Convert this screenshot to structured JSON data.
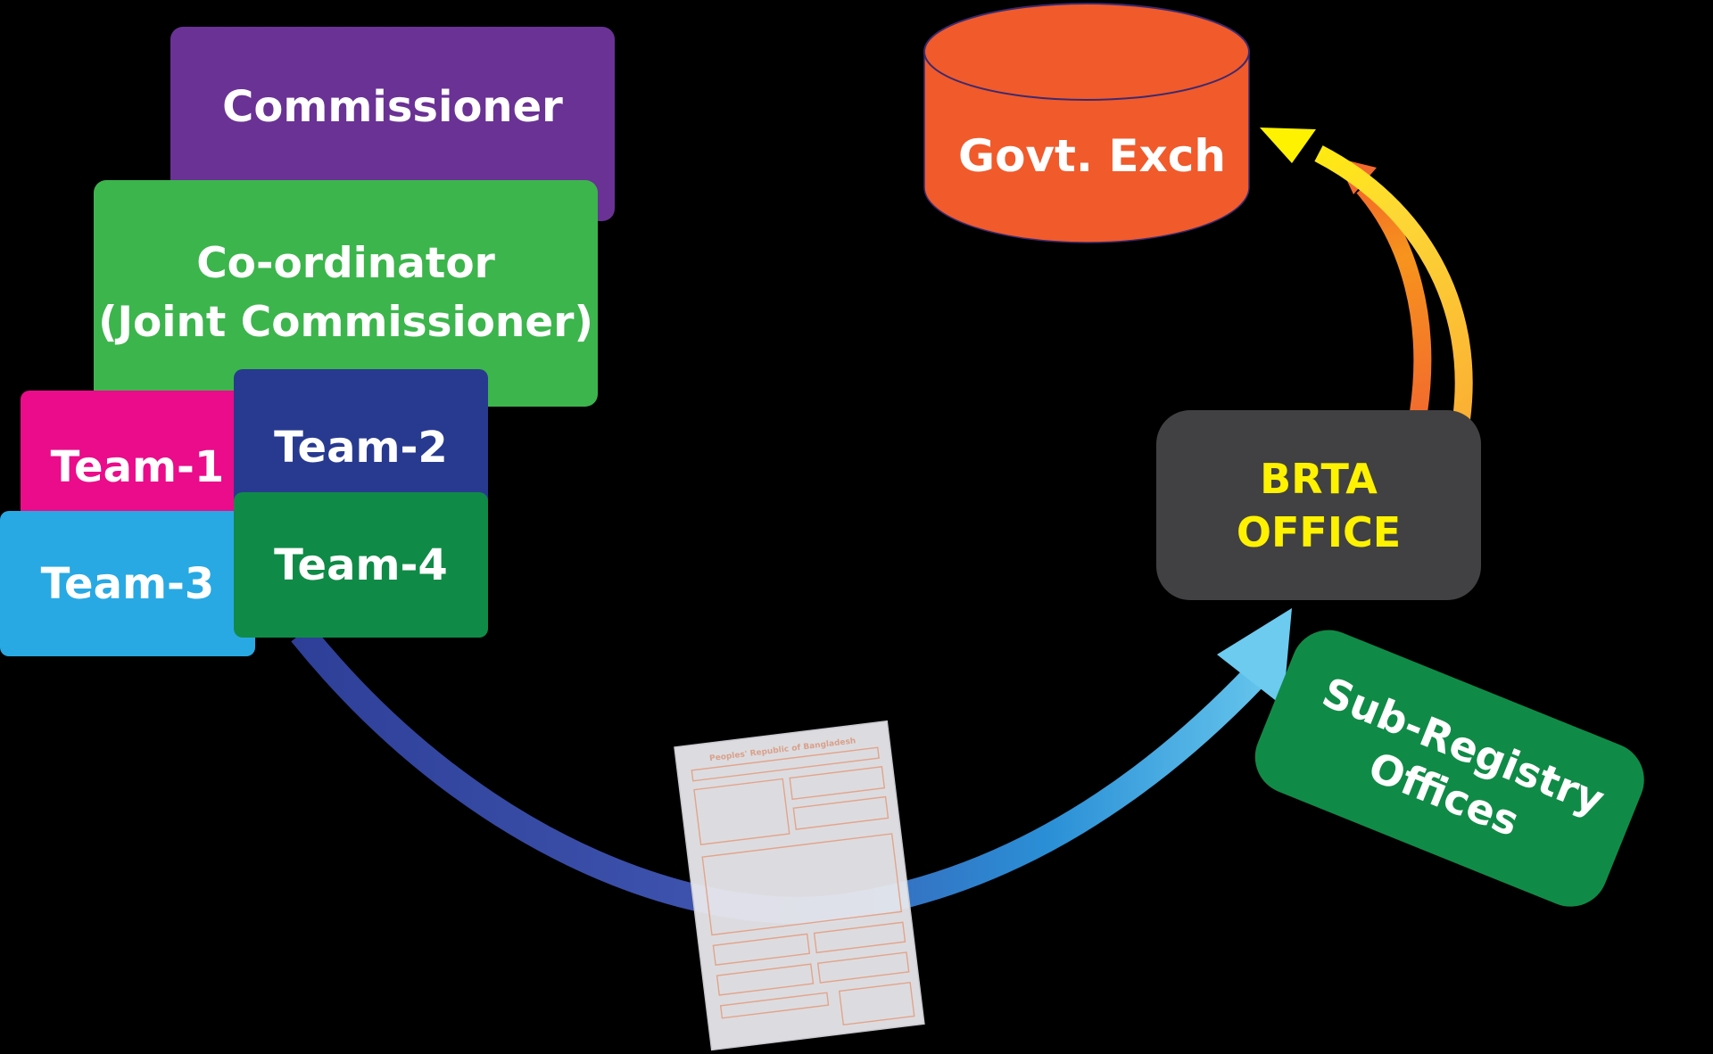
{
  "nodes": {
    "commissioner": "Commissioner",
    "coordinator_line1": "Co-ordinator",
    "coordinator_line2": "(Joint Commissioner)",
    "team1": "Team-1",
    "team2": "Team-2",
    "team3": "Team-3",
    "team4": "Team-4",
    "database": "Govt. Exch",
    "brta_line1": "BRTA",
    "brta_line2": "OFFICE",
    "subregistry_line1": "Sub-Registry",
    "subregistry_line2": "Offices"
  },
  "document": {
    "header": "Peoples' Republic of Bangladesh"
  },
  "colors": {
    "background": "#000000",
    "commissioner": "#6a3294",
    "coordinator": "#3cb54c",
    "team1": "#ea0c8a",
    "team2": "#283a90",
    "team3": "#28a9e3",
    "team4": "#108b47",
    "database": "#f15a2b",
    "brta": "#414143",
    "brta_text": "#fff200",
    "subregistry": "#108b47",
    "arrow_blue_start": "#3d4fa8",
    "arrow_blue_end": "#63c6ee",
    "arrow_orange": "#f26a2e",
    "arrow_yellow": "#fff200"
  }
}
